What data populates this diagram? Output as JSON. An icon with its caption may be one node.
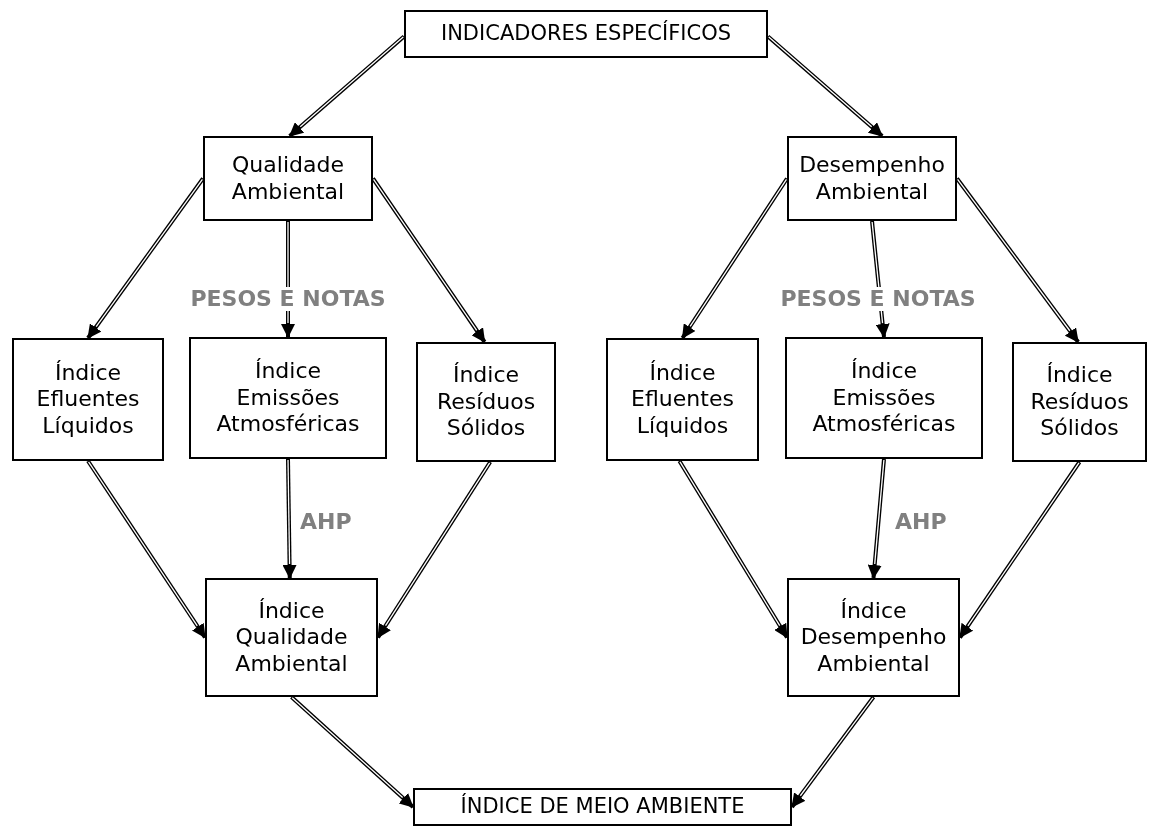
{
  "diagram": {
    "nodes": [
      {
        "text": [
          "INDICADORES ESPECÍFICOS"
        ]
      },
      {
        "text": [
          "Qualidade Ambiental"
        ]
      },
      {
        "text": [
          "Desempenho Ambiental"
        ]
      },
      {
        "text": [
          "Índice Efluentes Líquidos"
        ]
      },
      {
        "text": [
          "Índice Emissões Atmosféricas"
        ]
      },
      {
        "text": [
          "Índice Resíduos Sólidos"
        ]
      },
      {
        "text": [
          "Índice Efluentes Líquidos"
        ]
      },
      {
        "text": [
          "Índice Emissões Atmosféricas"
        ]
      },
      {
        "text": [
          "Índice Resíduos Sólidos"
        ]
      },
      {
        "text": [
          "Índice Qualidade Ambiental"
        ]
      },
      {
        "text": [
          "Índice Desempenho Ambiental"
        ]
      },
      {
        "text": [
          "ÍNDICE DE MEIO AMBIENTE"
        ]
      }
    ],
    "edges": [
      {
        "from": 0,
        "to": 1,
        "arrow": "to"
      },
      {
        "from": 0,
        "to": 2,
        "arrow": "to"
      },
      {
        "from": 1,
        "to": 3,
        "arrow": "to"
      },
      {
        "from": 1,
        "to": 4,
        "arrow": "to",
        "label": "PESOS E NOTAS"
      },
      {
        "from": 1,
        "to": 5,
        "arrow": "to"
      },
      {
        "from": 2,
        "to": 6,
        "arrow": "to"
      },
      {
        "from": 2,
        "to": 7,
        "arrow": "to",
        "label": "PESOS E NOTAS"
      },
      {
        "from": 2,
        "to": 8,
        "arrow": "to"
      },
      {
        "from": 3,
        "to": 9,
        "arrow": "to"
      },
      {
        "from": 4,
        "to": 9,
        "arrow": "to",
        "label": "AHP"
      },
      {
        "from": 5,
        "to": 9,
        "arrow": "to"
      },
      {
        "from": 6,
        "to": 10,
        "arrow": "to"
      },
      {
        "from": 7,
        "to": 10,
        "arrow": "to",
        "label": "AHP"
      },
      {
        "from": 8,
        "to": 10,
        "arrow": "to"
      },
      {
        "from": 9,
        "to": 11,
        "arrow": "to"
      },
      {
        "from": 10,
        "to": 11,
        "arrow": "to"
      }
    ]
  }
}
